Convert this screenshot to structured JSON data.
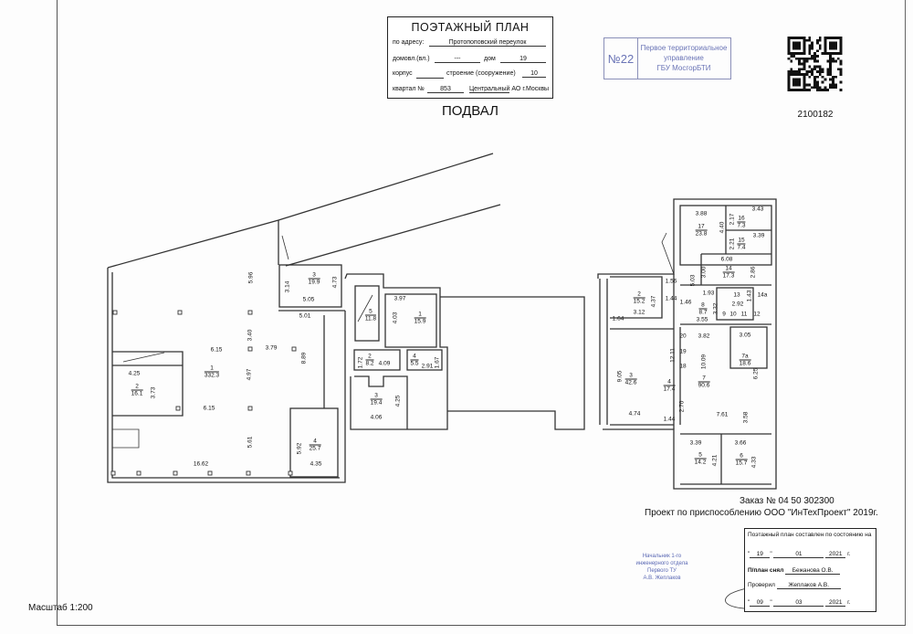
{
  "header": {
    "title": "ПОЭТАЖНЫЙ ПЛАН",
    "address_label": "по адресу:",
    "address_value": "Протопоповский переулок",
    "domovl_label": "домовл.(вл.)",
    "domovl_value": "---",
    "dom_label": "дом",
    "dom_value": "19",
    "korpus_label": "корпус",
    "stroenie_label": "строение (сооружение)",
    "stroenie_value": "10",
    "kvartal_label": "квартал №",
    "kvartal_value": "853",
    "district_value": "Центральный",
    "district_suffix": "АО г.Москвы"
  },
  "floor_name": "ПОДВАЛ",
  "stamp": {
    "number": "№22",
    "line1": "Первое территориальное",
    "line2": "управление",
    "line3": "ГБУ МосгорБТИ"
  },
  "qr_code_number": "2100182",
  "plan": {
    "rooms": [
      {
        "num": "1",
        "area": "332.3"
      },
      {
        "num": "2",
        "area": "16.1"
      },
      {
        "num": "3",
        "area": "19.9"
      },
      {
        "num": "4",
        "area": "25.7"
      },
      {
        "num": "5",
        "area": "11.8"
      },
      {
        "num": "1",
        "area": "15.9"
      },
      {
        "num": "2",
        "area": "8.2"
      },
      {
        "num": "4",
        "area": "5.5"
      },
      {
        "num": "3",
        "area": "19.4"
      },
      {
        "num": "2",
        "area": "15.2"
      },
      {
        "num": "17",
        "area": "23.8"
      },
      {
        "num": "16",
        "area": "7.3"
      },
      {
        "num": "15",
        "area": "7.4"
      },
      {
        "num": "14",
        "area": "17.3"
      },
      {
        "num": "8",
        "area": "8.7"
      },
      {
        "num": "7а",
        "area": "18.6"
      },
      {
        "num": "7",
        "area": "90.6"
      },
      {
        "num": "3",
        "area": "42.6"
      },
      {
        "num": "4",
        "area": "17.4"
      },
      {
        "num": "5",
        "area": "14.2"
      },
      {
        "num": "6",
        "area": "15.7"
      }
    ],
    "dimensions": [
      "5.96",
      "3.40",
      "6.15",
      "3.79",
      "8.89",
      "4.97",
      "6.15",
      "5.61",
      "16.62",
      "4.25",
      "3.73",
      "3.14",
      "4.73",
      "5.05",
      "5.01",
      "5.92",
      "4.35",
      "3.97",
      "4.03",
      "1.72",
      "4.09",
      "2.91",
      "1.67",
      "4.25",
      "4.06",
      "3.12",
      "4.37",
      "1.64",
      "3.88",
      "4.40",
      "3.43",
      "2.17",
      "3.39",
      "2.21",
      "6.08",
      "3.00",
      "2.86",
      "1.56",
      "5.03",
      "1.44",
      "1.46",
      "1.93",
      "2.92",
      "1.43",
      "3.32",
      "3.55",
      "3.82",
      "3.05",
      "6.25",
      "10.09",
      "12.11",
      "9.05",
      "4.74",
      "1.44",
      "2.70",
      "7.61",
      "3.58",
      "3.39",
      "3.66",
      "4.21",
      "4.33"
    ],
    "small_labels": [
      "13",
      "14а",
      "9",
      "10",
      "11",
      "12",
      "20",
      "19",
      "18"
    ]
  },
  "order": "Заказ № 04 50 302300",
  "project": "Проект по  приспособлению  ООО \"ИнТехПроект\" 2019г.",
  "status_box": {
    "title": "Поэтажный план составлен по состоянию на",
    "day1": "19",
    "month1": "01",
    "year1": "2021",
    "g": "г.",
    "surveyed_label": "П/план снял",
    "surveyed_by": "Бежанова О.В.",
    "checked_label": "Проверил",
    "checked_by": "Жеплаков А.В.",
    "day2": "09",
    "month2": "03",
    "year2": "2021"
  },
  "chief": {
    "line1": "Начальник 1-го",
    "line2": "инженерного отдела",
    "line3": "Первого ТУ",
    "line4": "А.В. Жеплаков"
  },
  "scale": "Масштаб 1:200"
}
